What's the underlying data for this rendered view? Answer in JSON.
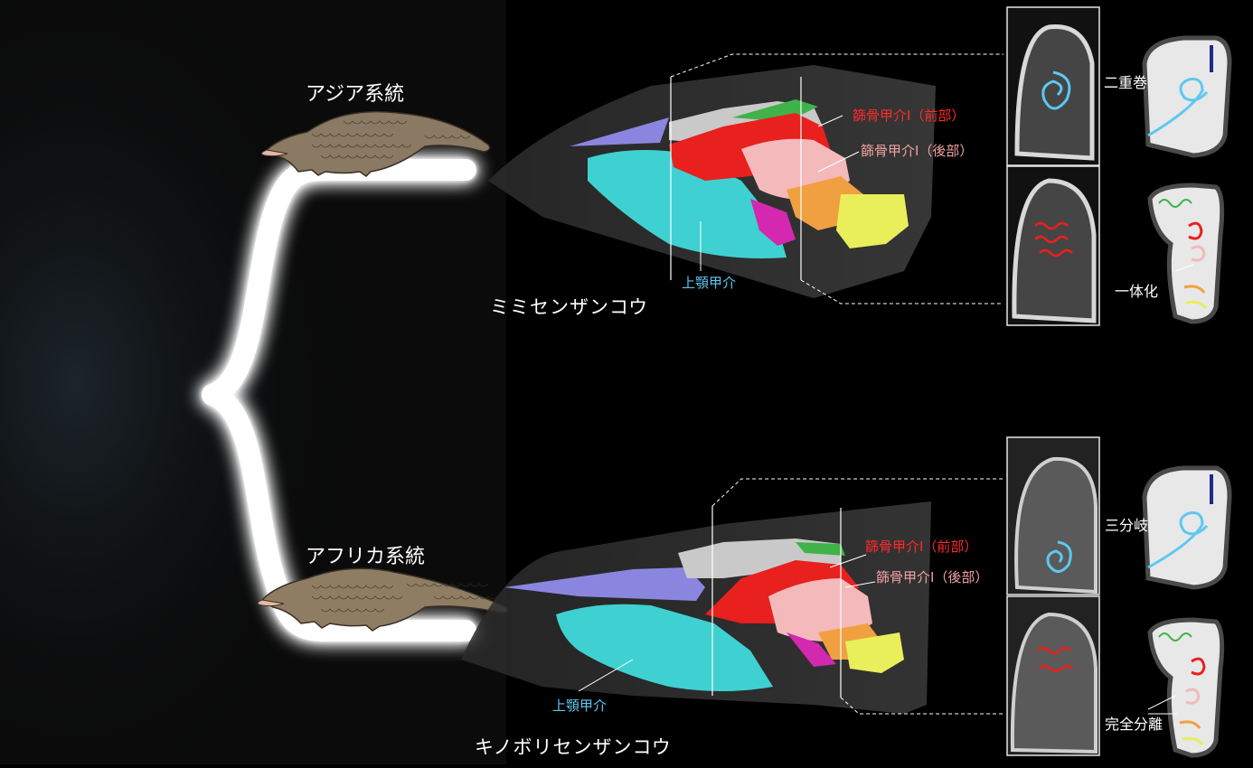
{
  "colors": {
    "maxilloturbinal": "#3fd1d1",
    "ethmo_front": "#e8201e",
    "ethmo_back": "#f3b9bb",
    "nasal": "#8a86e0",
    "label_red": "#ff2a2a",
    "label_pink": "#f2a0a0",
    "label_blue": "#5ec8f0",
    "green": "#3fb24a",
    "orange": "#f0a040",
    "yellow": "#e9ef5a",
    "magenta": "#d428b0"
  },
  "lineages": {
    "asia": "アジア系統",
    "africa": "アフリカ系統"
  },
  "species": {
    "asia": "ミミセンザンコウ",
    "africa": "キノボリセンザンコウ"
  },
  "labels": {
    "asia_ethmo_front": "篩骨甲介Ⅰ（前部）",
    "asia_ethmo_back": "篩骨甲介Ⅰ（後部）",
    "asia_maxillo": "上顎甲介",
    "africa_ethmo_front": "篩骨甲介Ⅰ（前部）",
    "africa_ethmo_back": "篩骨甲介Ⅰ（後部）",
    "africa_maxillo": "上顎甲介"
  },
  "descriptors": {
    "asia_top": "二重巻",
    "asia_bottom": "一体化",
    "africa_top": "三分岐",
    "africa_bottom": "完全分離"
  },
  "icons": [
    "pangolin-asia-icon",
    "pangolin-africa-icon",
    "skull-3d-model",
    "ct-slice",
    "turbinal-schematic"
  ]
}
